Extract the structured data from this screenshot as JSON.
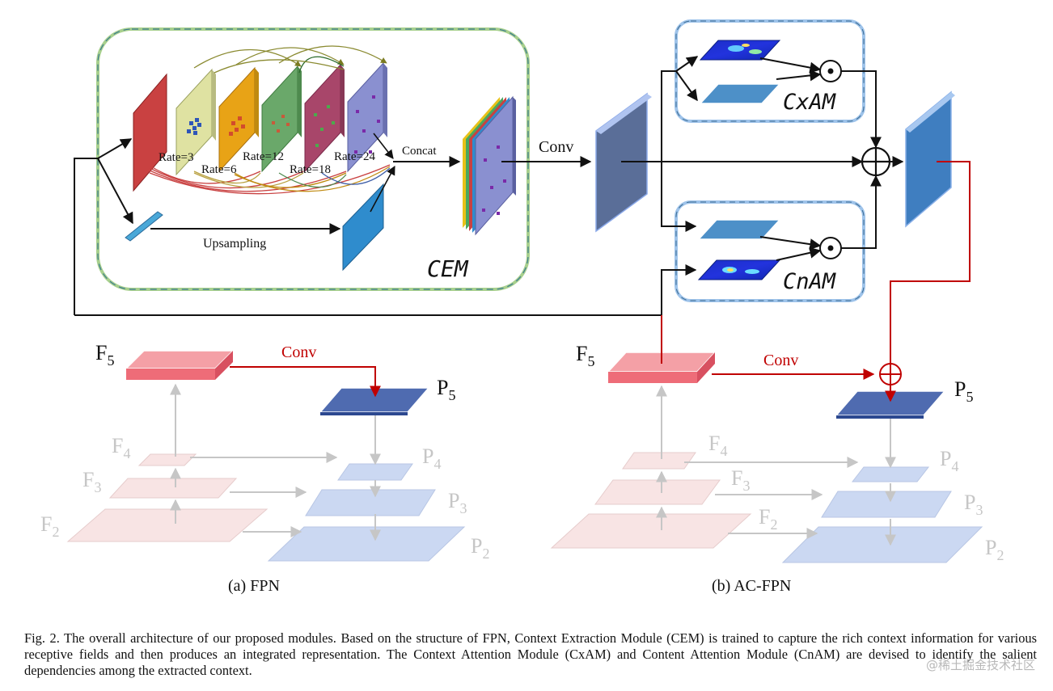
{
  "cem": {
    "title": "CEM",
    "rates": [
      "Rate=3",
      "Rate=6",
      "Rate=12",
      "Rate=18",
      "Rate=24"
    ],
    "concat_label": "Concat",
    "upsampling_label": "Upsampling"
  },
  "main_conv_label": "Conv",
  "cxam": {
    "title": "CxAM"
  },
  "cnam": {
    "title": "CnAM"
  },
  "fpn_a": {
    "caption": "(a) FPN",
    "conv_label": "Conv",
    "f_labels": [
      "F",
      "F",
      "F",
      "F"
    ],
    "f_subs": [
      "5",
      "4",
      "3",
      "2"
    ],
    "p_labels": [
      "P",
      "P",
      "P",
      "P"
    ],
    "p_subs": [
      "5",
      "4",
      "3",
      "2"
    ]
  },
  "fpn_b": {
    "caption": "(b) AC-FPN",
    "conv_label": "Conv",
    "f_labels": [
      "F",
      "F",
      "F",
      "F"
    ],
    "f_subs": [
      "5",
      "4",
      "3",
      "2"
    ],
    "p_labels": [
      "P",
      "P",
      "P",
      "P"
    ],
    "p_subs": [
      "5",
      "4",
      "3",
      "2"
    ]
  },
  "symbols": {
    "dot": "⊙",
    "plus": "⊕"
  },
  "caption": "Fig. 2.  The overall architecture of our proposed modules. Based on the structure of FPN, Context Extraction Module (CEM) is trained to capture the rich context information for various receptive fields and then produces an integrated representation. The Context Attention Module (CxAM) and Content Attention Module (CnAM) are devised to identify the salient dependencies among the extracted context.",
  "watermark": "@稀土掘金技术社区",
  "colors": {
    "red": "#c00000",
    "ghost": "#c6c6c6",
    "cem_border": "#a8d08d",
    "am_border": "#9ec3ea"
  }
}
